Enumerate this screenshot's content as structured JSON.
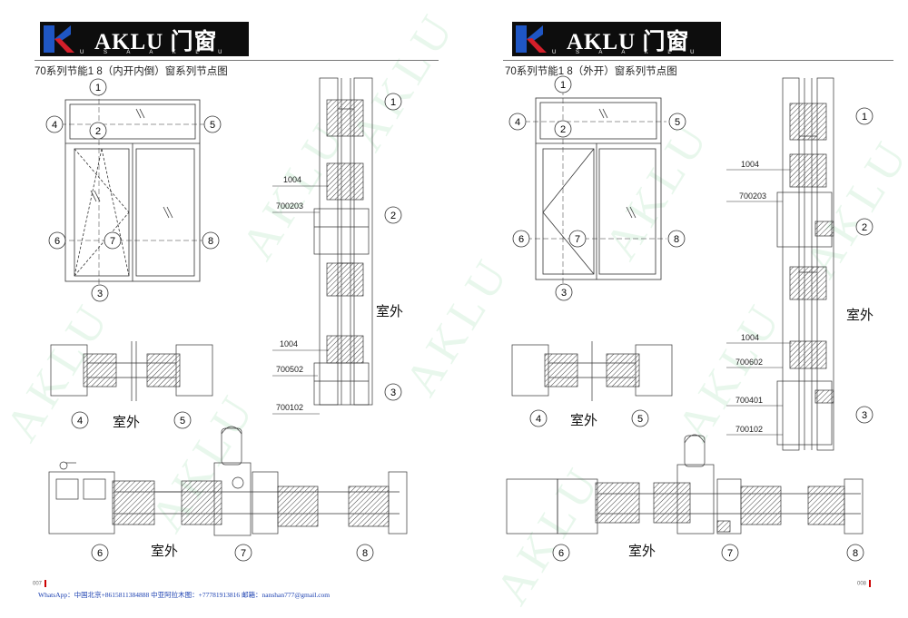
{
  "brand": {
    "name": "AKLU 门窗",
    "tagline": "U S A   A K L U",
    "colors": {
      "mark_blue": "#1f56c4",
      "mark_red": "#d41f2a",
      "logo_bg": "#0d0d0d"
    }
  },
  "pages": [
    {
      "title": "70系列节能1 8（内开内倒）窗系列节点图",
      "page_number": "007",
      "callouts": [
        "1",
        "2",
        "3",
        "4",
        "5",
        "6",
        "7",
        "8"
      ],
      "parts": [
        "1004",
        "700203",
        "1004",
        "700502",
        "700102"
      ],
      "outside_label": "室外"
    },
    {
      "title": "70系列节能1 8（外开）窗系列节点图",
      "page_number": "008",
      "callouts": [
        "1",
        "2",
        "3",
        "4",
        "5",
        "6",
        "7",
        "8"
      ],
      "parts": [
        "1004",
        "700203",
        "1004",
        "700602",
        "700401",
        "700102"
      ],
      "outside_label": "室外"
    }
  ],
  "footer": {
    "contact": "WhatsApp：中国北京+8615811384888 中亚阿拉木图：+77781913816 邮箱：nanshan777@gmail.com"
  },
  "watermark_text": "AKLU"
}
